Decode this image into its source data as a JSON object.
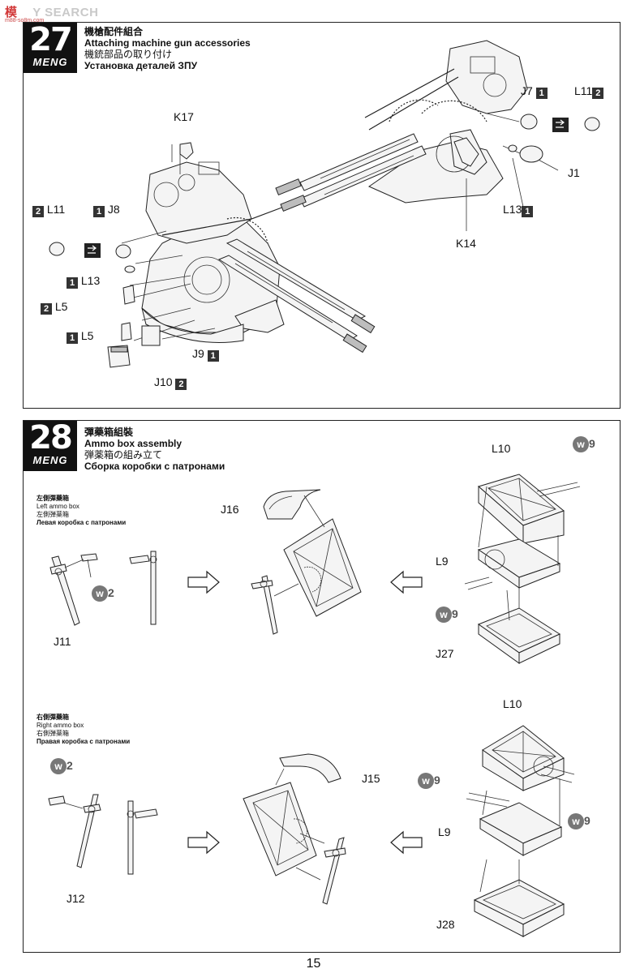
{
  "watermark": {
    "prefix": "模",
    "main": "Y SEARCH",
    "sub": "m88-so8m.com"
  },
  "step27": {
    "number": "27",
    "brand": "MENG",
    "title_zh": "機槍配件組合",
    "title_en": "Attaching machine gun accessories",
    "title_jp": "機銃部品の取り付け",
    "title_ru": "Установка деталей ЗПУ",
    "parts": {
      "K17": "K17",
      "L11a": "L11",
      "L11a_sprue": "2",
      "J8": "J8",
      "J8_sprue": "1",
      "L13a": "L13",
      "L13a_sprue": "1",
      "L5a": "L5",
      "L5a_sprue": "2",
      "L5b": "L5",
      "L5b_sprue": "1",
      "J9": "J9",
      "J9_sprue": "1",
      "J10": "J10",
      "J10_sprue": "2",
      "J7": "J7",
      "J7_sprue": "1",
      "L11b": "L11",
      "L11b_sprue": "2",
      "J1": "J1",
      "L13b": "L13",
      "L13b_sprue": "1",
      "K14": "K14"
    }
  },
  "step28": {
    "number": "28",
    "brand": "MENG",
    "title_zh": "彈藥箱組裝",
    "title_en": "Ammo box assembly",
    "title_jp": "弾薬箱の組み立て",
    "title_ru": "Сборка коробки с патронами",
    "left": {
      "zh": "左側彈藥箱",
      "en": "Left ammo box",
      "jp": "左側弾薬箱",
      "ru": "Левая коробка с патронами",
      "J11": "J11",
      "w2": "2",
      "J16": "J16",
      "L10": "L10",
      "w9a": "9",
      "L9": "L9",
      "w9b": "9",
      "J27": "J27"
    },
    "right": {
      "zh": "右側彈藥箱",
      "en": "Right ammo box",
      "jp": "右側弾薬箱",
      "ru": "Правая коробка с патронами",
      "w2": "2",
      "J12": "J12",
      "J15": "J15",
      "L10": "L10",
      "w9a": "9",
      "w9b": "9",
      "L9": "L9",
      "J28": "J28"
    },
    "w_letter": "w"
  },
  "page_number": "15"
}
